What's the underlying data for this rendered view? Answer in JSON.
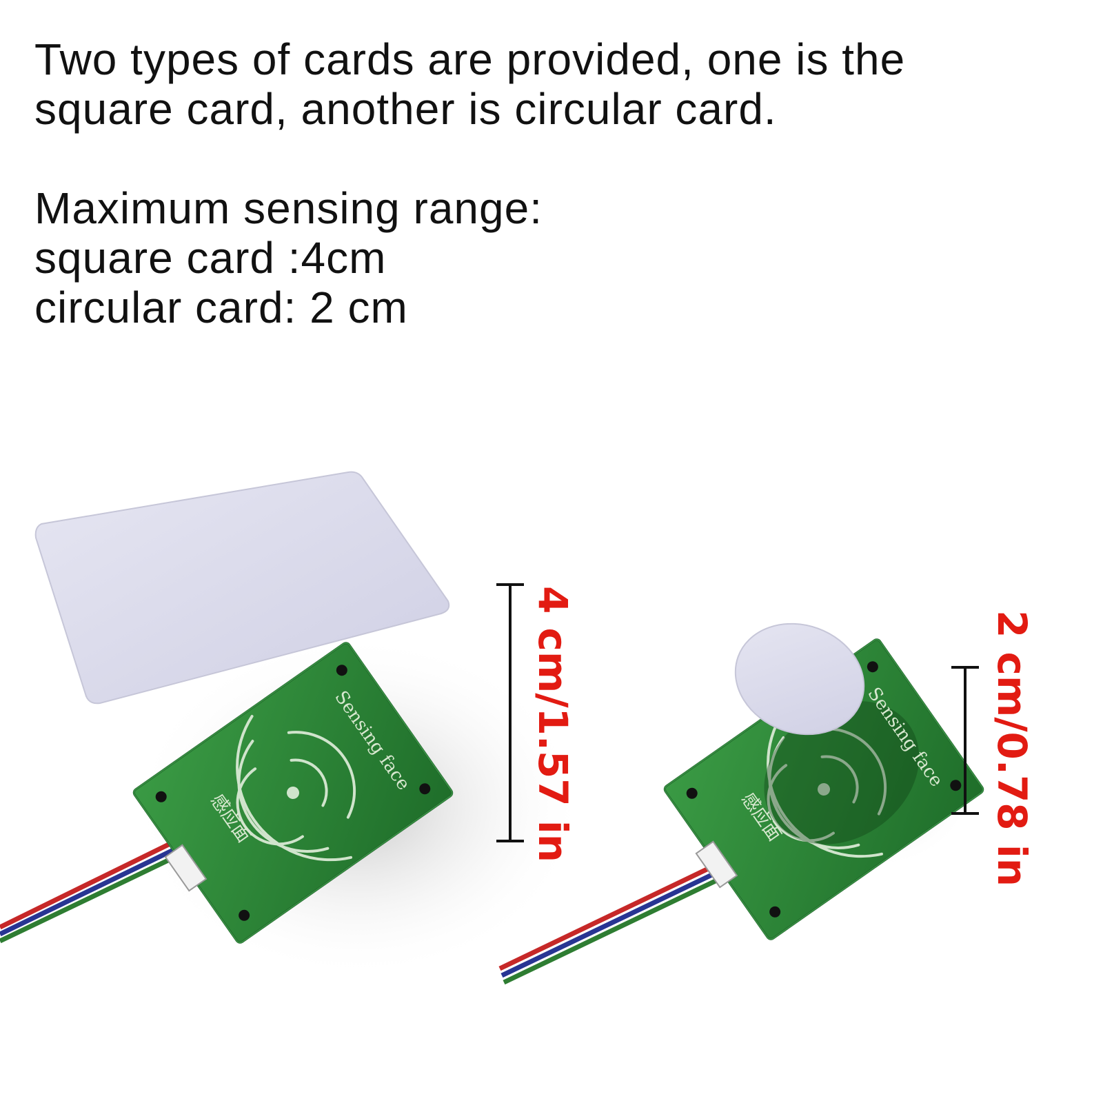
{
  "description": {
    "line1": "Two types of cards are provided, one is the",
    "line2": "square card, another is circular card.",
    "range_heading": "Maximum sensing range:",
    "square_range": "square card :4cm",
    "circular_range": "circular card: 2 cm"
  },
  "measurements": {
    "square_label": "4 cm/1.57 in",
    "circular_label": "2 cm/0.78 in"
  },
  "module": {
    "label_en": "Sensing face",
    "label_cn": "感应面"
  },
  "colors": {
    "label_red": "#e21b12",
    "pcb_green": "#2e8b3a",
    "card_lavender": "#dcdcec",
    "wire_red": "#c62828",
    "wire_blue": "#283593",
    "wire_green": "#2e7d32"
  }
}
